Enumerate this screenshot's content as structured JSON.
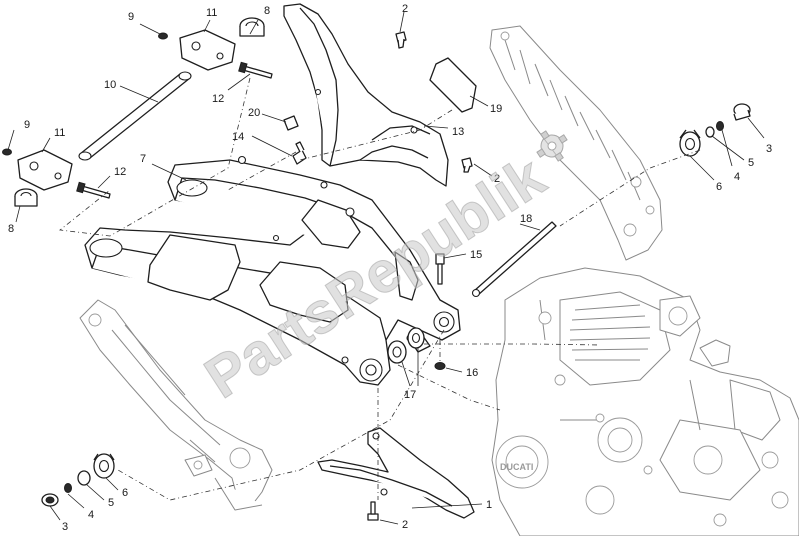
{
  "watermark": "PartsRepublik",
  "engine_brand": "DUCATI",
  "callouts": [
    "1",
    "2",
    "2",
    "2",
    "3",
    "3",
    "4",
    "4",
    "5",
    "5",
    "6",
    "6",
    "7",
    "8",
    "8",
    "9",
    "9",
    "10",
    "11",
    "11",
    "12",
    "12",
    "13",
    "14",
    "15",
    "16",
    "17",
    "18",
    "19",
    "20"
  ],
  "icons": [
    "gear-icon"
  ]
}
